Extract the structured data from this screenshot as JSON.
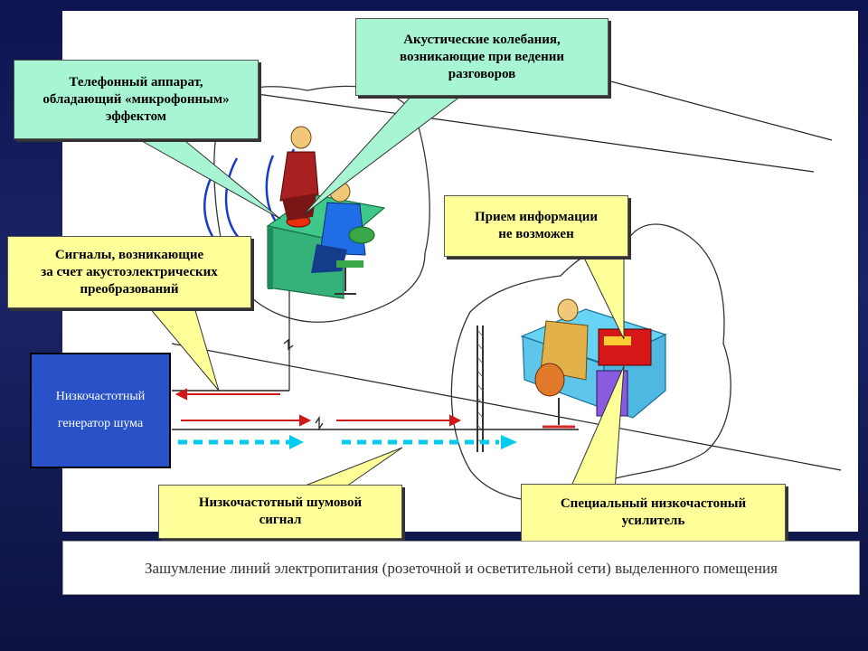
{
  "callouts": {
    "phone_effect": "Телефонный аппарат,\nобладающий «микрофонным»\nэффектом",
    "acoustic": "Акустические колебания,\nвозникающие при ведении\nразговоров",
    "signals": "Сигналы, возникающие\nза счет акустоэлектрических\nпреобразований",
    "no_reception": "Прием информации\nне возможен",
    "noise_signal": "Низкочастотный шумовой\nсигнал",
    "amplifier": "Специальный низкочастоный\nусилитель"
  },
  "generator": {
    "line1": "Низкочастотный",
    "line2": "генератор шума"
  },
  "caption": "Зашумление линий электропитания (розеточной и осветительной сети) выделенного помещения",
  "colors": {
    "mint": "#a8f5d4",
    "yellow": "#ffff99",
    "generator": "#2a52c8",
    "signal_arrow": "#d01818",
    "noise_arrow": "#00ccee",
    "wave": "#1a3acc"
  }
}
